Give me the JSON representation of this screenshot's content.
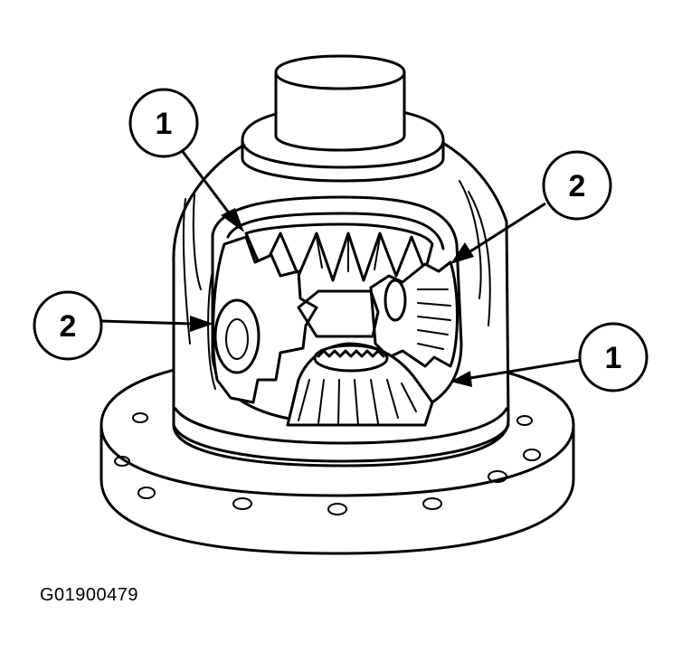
{
  "figure": {
    "code": "G01900479"
  },
  "callouts": [
    {
      "id": "upper-left",
      "label": "1"
    },
    {
      "id": "upper-right",
      "label": "2"
    },
    {
      "id": "mid-left",
      "label": "2"
    },
    {
      "id": "lower-right",
      "label": "1"
    }
  ],
  "colors": {
    "ink": "#000000",
    "paper": "#ffffff"
  }
}
